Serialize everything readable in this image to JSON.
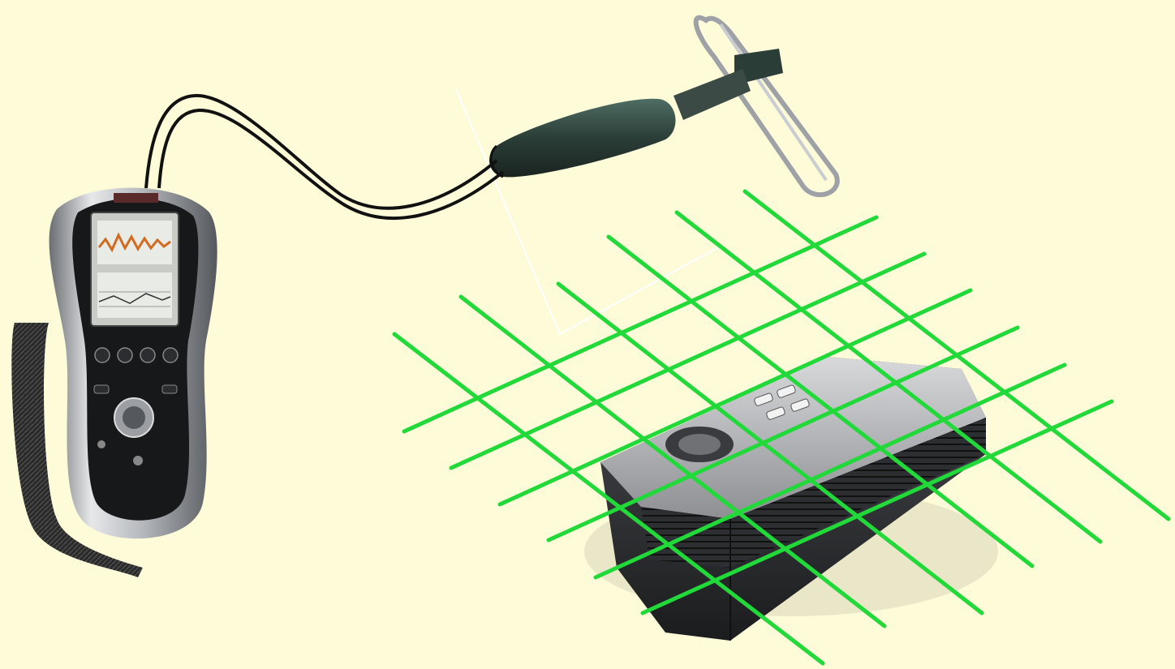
{
  "scene": {
    "background_color": "#fefbd9",
    "grid_color": "#22d93a",
    "grid_lines_per_direction": 6,
    "probe_cable_count": 2
  },
  "objects": [
    {
      "name": "emi-analyzer-handheld",
      "icon": "handheld-meter-icon"
    },
    {
      "name": "near-field-probe",
      "icon": "loop-probe-icon"
    },
    {
      "name": "projector-under-test",
      "icon": "projector-icon"
    },
    {
      "name": "scan-grid",
      "icon": "grid-icon"
    }
  ]
}
